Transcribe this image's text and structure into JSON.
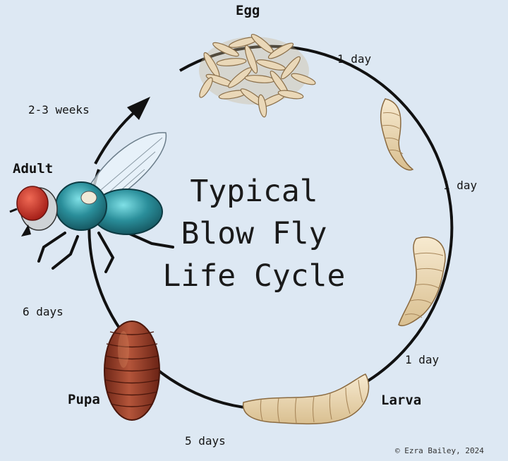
{
  "title_lines": [
    "Typical",
    "Blow Fly",
    "Life Cycle"
  ],
  "stages": {
    "egg": "Egg",
    "larva": "Larva",
    "pupa": "Pupa",
    "adult": "Adult"
  },
  "durations": {
    "egg_to_larva1": "1 day",
    "larva1_to_larva2": "1 day",
    "larva2_to_larva3": "1 day",
    "larva_to_pupa": "5 days",
    "pupa_to_adult": "6 days",
    "adult_to_egg": "2-3 weeks"
  },
  "credit": "© Ezra Bailey, 2024",
  "colors": {
    "background": "#dde8f3",
    "cycle_line": "#111111",
    "egg": "#ead8b8",
    "larva": "#efdcb7",
    "pupa": "#a0452e",
    "fly_body": "#2a8e9a",
    "fly_eye": "#c42b23"
  }
}
